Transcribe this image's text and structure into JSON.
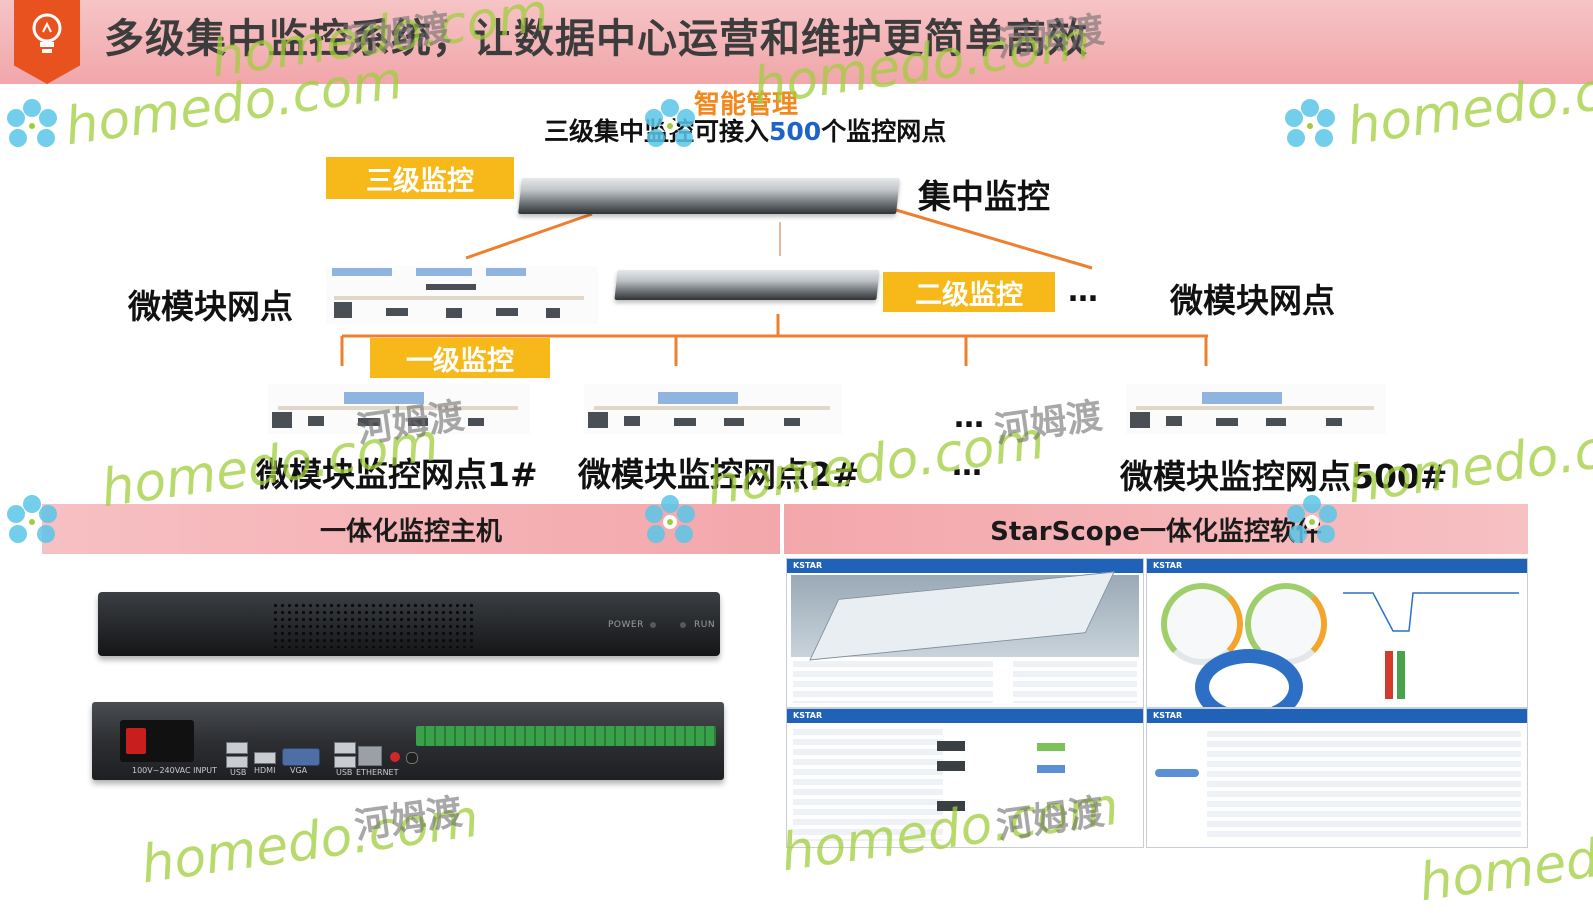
{
  "header": {
    "title": "多级集中监控系统，让数据中心运营和维护更简单高效"
  },
  "diagram": {
    "smart_label": "智能管理",
    "subtitle_prefix": "三级集中监控可接入",
    "subtitle_number": "500",
    "subtitle_suffix": "个监控网点",
    "level3_tag": "三级监控",
    "level2_tag": "二级监控",
    "level1_tag": "一级监控",
    "central_label": "集中监控",
    "node_left_label": "微模块网点",
    "node_right_label": "微模块网点",
    "ellipsis": "…",
    "ellipsis_2": "…",
    "ellipsis_3": "…",
    "site_1": "微模块监控网点1#",
    "site_2": "微模块监控网点2#",
    "site_500": "微模块监控网点500#"
  },
  "panels": {
    "host_title": "一体化监控主机",
    "software_title": "StarScope一体化监控软件",
    "front_power": "POWER",
    "front_run": "RUN",
    "rear_power": "100V~240VAC INPUT",
    "rear_usb": "USB",
    "rear_hdmi": "HDMI",
    "rear_vga": "VGA",
    "rear_usb2": "USB",
    "rear_eth": "ETHERNET",
    "brand": "KSTAR"
  },
  "watermark": {
    "latin": "homedo.com",
    "cn": "河姆渡"
  },
  "colors": {
    "accent_orange": "#f08a1e",
    "tag_yellow": "#f7b91a",
    "number_blue": "#1e63c7",
    "header_pink": "#f1a6aa",
    "badge": "#e8521f",
    "watermark_green": "#a0cd3c"
  }
}
